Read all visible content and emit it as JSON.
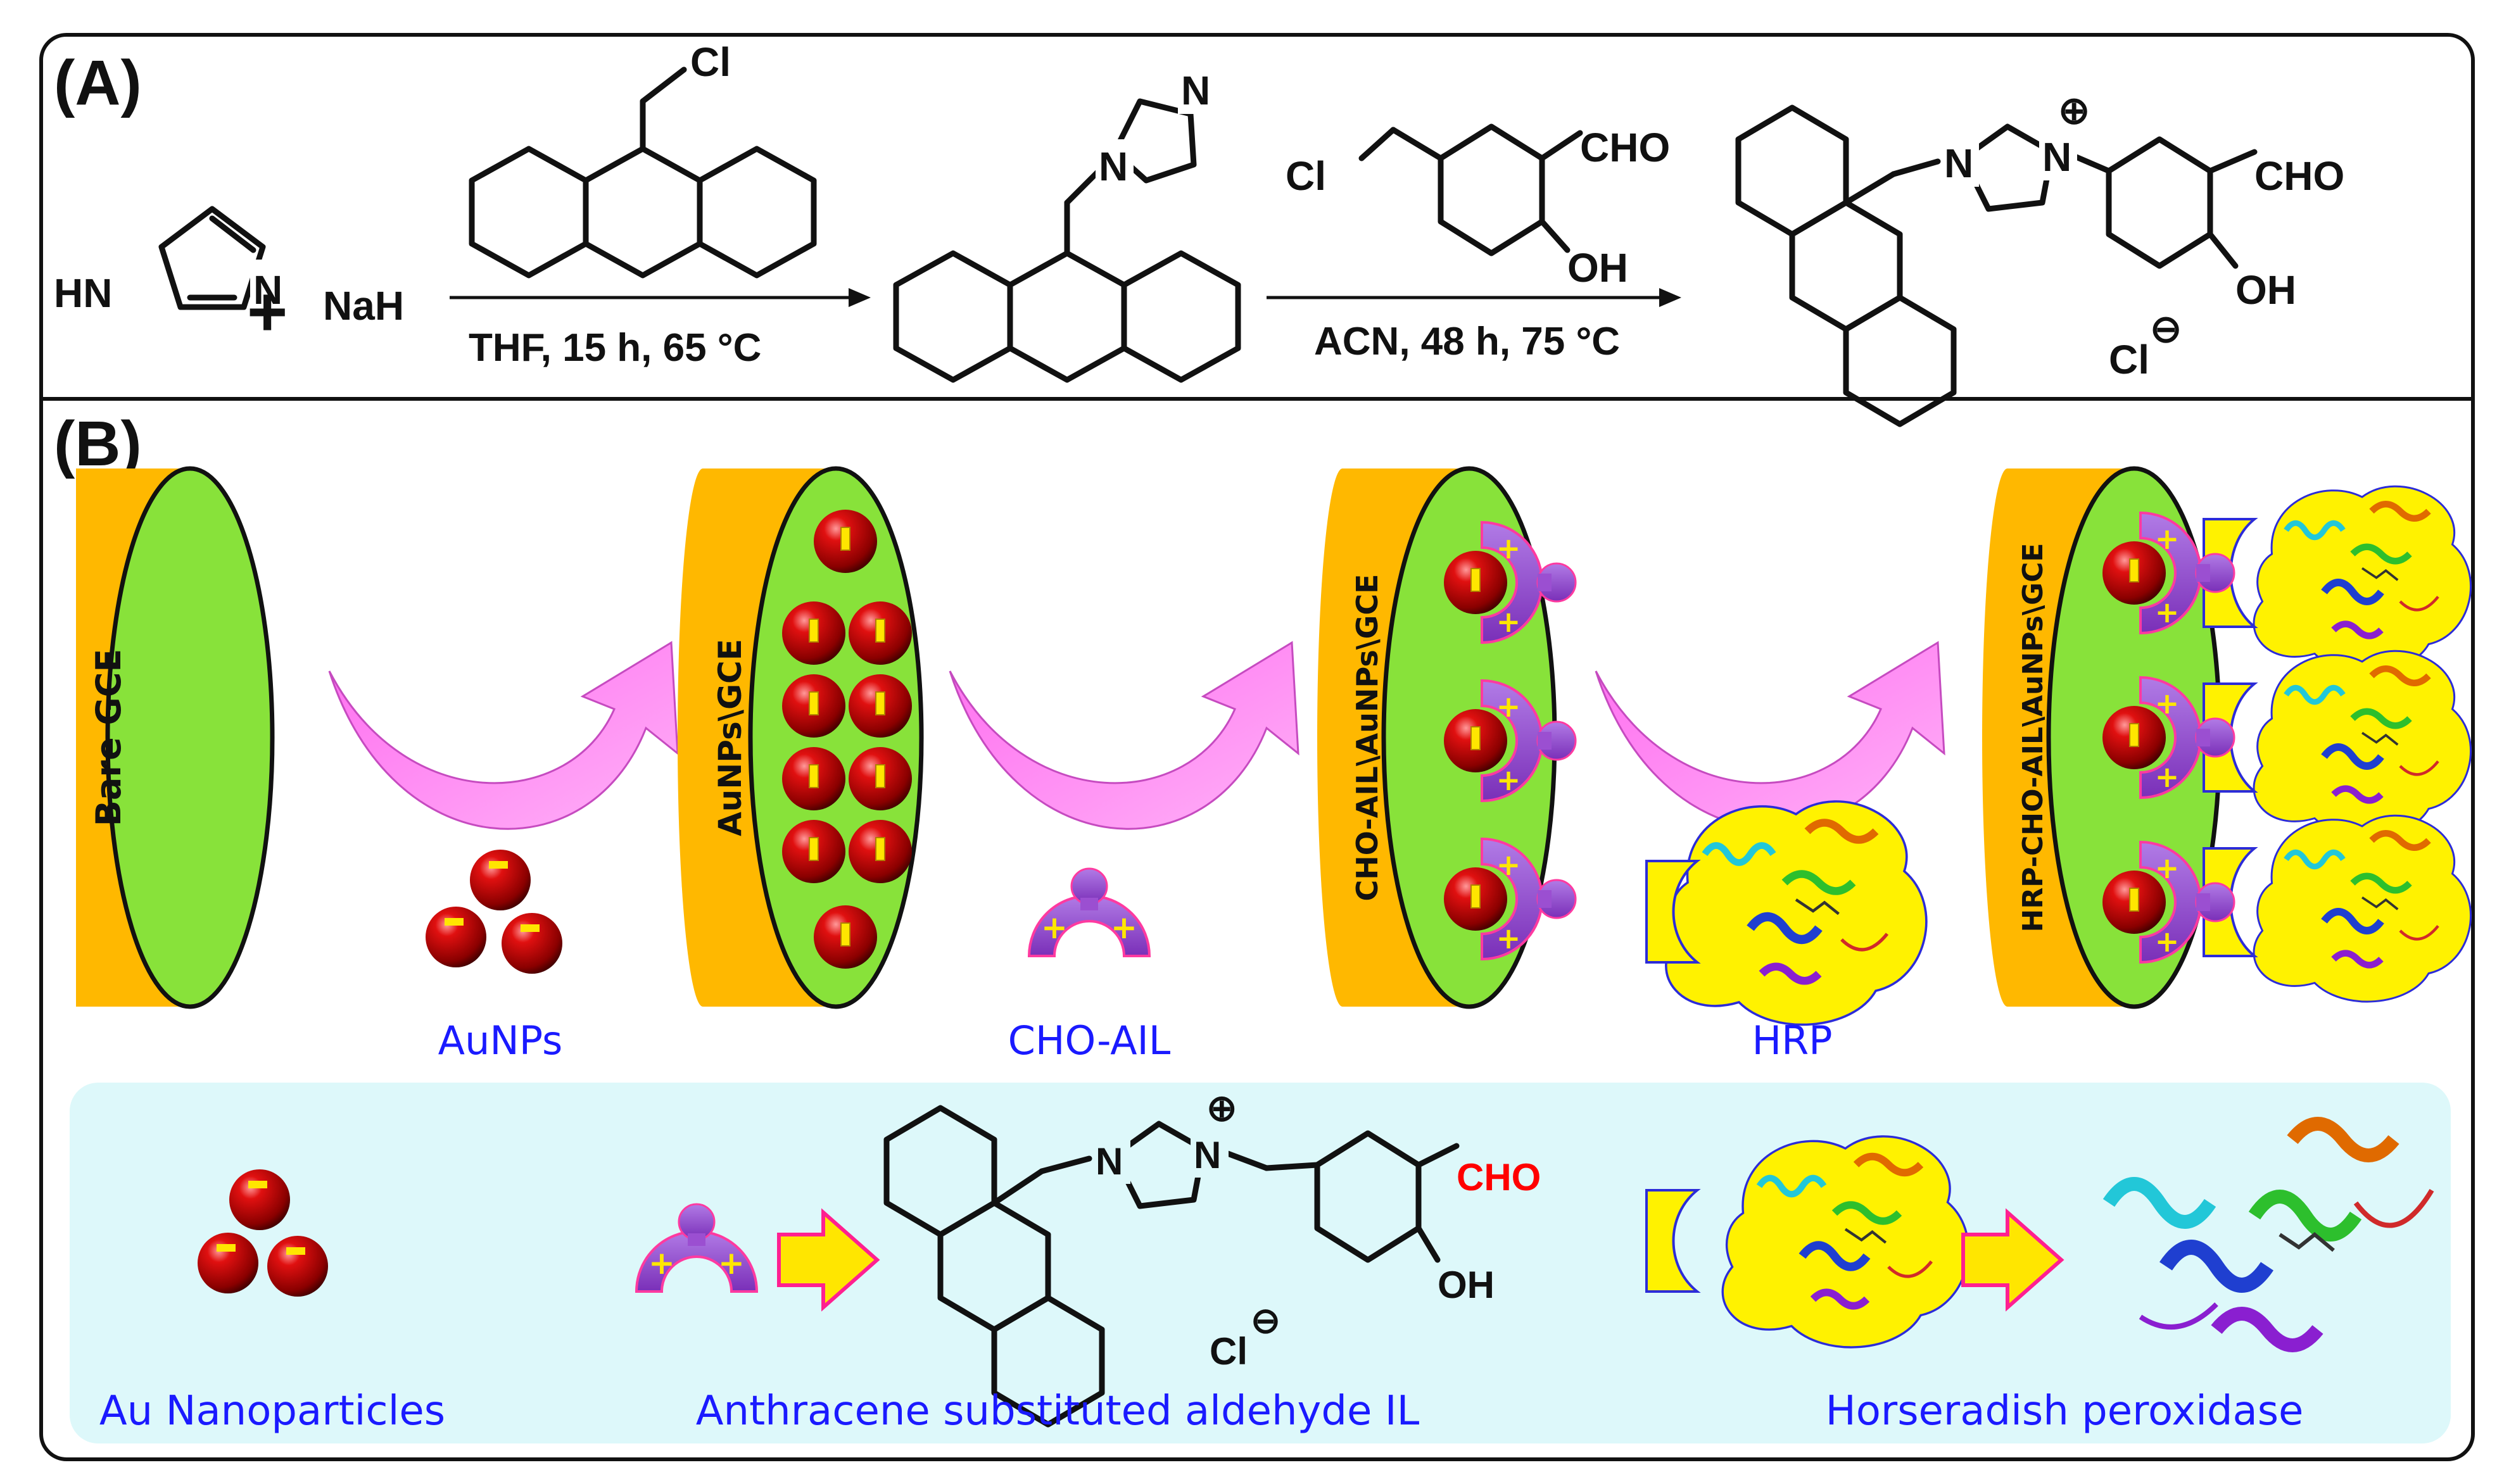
{
  "panel_a": {
    "label": "(A)",
    "reagent_1": "HN",
    "reagent_1_n": "N",
    "plus": "+",
    "reagent_2": "NaH",
    "anthracene_cl": "Cl",
    "step1_conditions": "THF, 15 h, 65 °C",
    "intermediate_n": "N",
    "intermediate_n2": "N",
    "reagent_3_cl": "Cl",
    "reagent_3_cho": "CHO",
    "reagent_3_oh": "OH",
    "step2_conditions": "ACN, 48 h, 75 °C",
    "product_n1": "N",
    "product_n2": "N",
    "product_plus": "⊕",
    "product_cho": "CHO",
    "product_oh": "OH",
    "product_cl": "Cl",
    "product_minus": "⊖"
  },
  "panel_b": {
    "label": "(B)",
    "electrodes": [
      "Bare GCE",
      "AuNPs\\GCE",
      "CHO-AIL\\AuNPs\\GCE",
      "HRP-CHO-AIL\\AuNPs\\GCE"
    ],
    "step_labels": [
      "AuNPs",
      "CHO-AIL",
      "HRP"
    ],
    "minus_sign": "-",
    "plus_sign": "+"
  },
  "legend": {
    "au_label": "Au Nanoparticles",
    "il_label": "Anthracene substituted aldehyde IL",
    "hrp_label": "Horseradish peroxidase",
    "il_n1": "N",
    "il_n2": "N",
    "il_plus": "⊕",
    "il_cho": "CHO",
    "il_oh": "OH",
    "il_cl": "Cl",
    "il_minus": "⊖"
  },
  "colors": {
    "electrode_side": "#FFB800",
    "electrode_face": "#88E23A",
    "arrow": "#FF80F0",
    "nanoparticle": "#D40000",
    "il_purple": "#9B4FD1",
    "hrp_yellow": "#FFF200",
    "legend_bg": "#DDF8FA",
    "label_blue": "#1A1AFF",
    "cho_red": "#FF0000"
  }
}
